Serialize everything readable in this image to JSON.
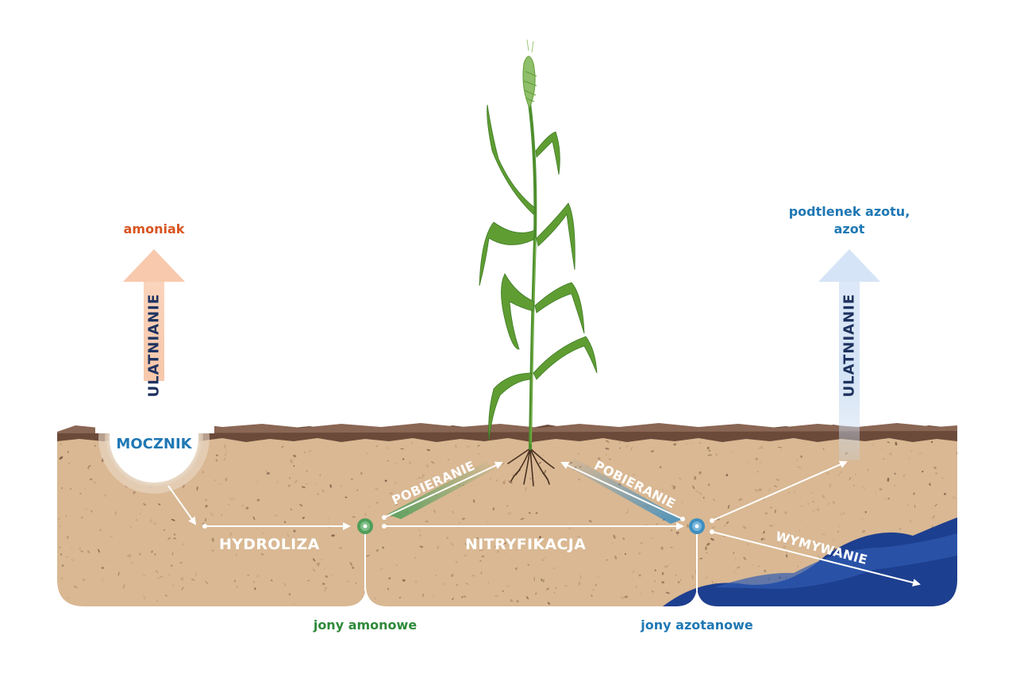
{
  "labels": {
    "amoniak": "amoniak",
    "nitrogen_gases_line1": "podtlenek azotu,",
    "nitrogen_gases_line2": "azot",
    "volatilization_left": "ULATNIANIE",
    "volatilization_right": "ULATNIANIE",
    "urea": "MOCZNIK",
    "hydrolysis": "HYDROLIZA",
    "nitrification": "NITRYFIKACJA",
    "uptake_left": "POBIERANIE",
    "uptake_right": "POBIERANIE",
    "leaching": "WYMYWANIE",
    "ammonium_ions": "jony amonowe",
    "nitrate_ions": "jony azotanowe"
  },
  "colors": {
    "soil": "#d9b893",
    "soil_crust": "#6b4a3a",
    "water": "#1d3f8f",
    "amoniak_text": "#d8531f",
    "blue_text": "#1f78b4",
    "green_text": "#2e8a3a",
    "dark_text": "#1f3360",
    "arrow_orange": "#f6c4a6",
    "arrow_blue": "#cfe0f4",
    "node_green": "#4f9e5a",
    "node_blue": "#3f8fc0",
    "plant": "#4e8f2e"
  }
}
